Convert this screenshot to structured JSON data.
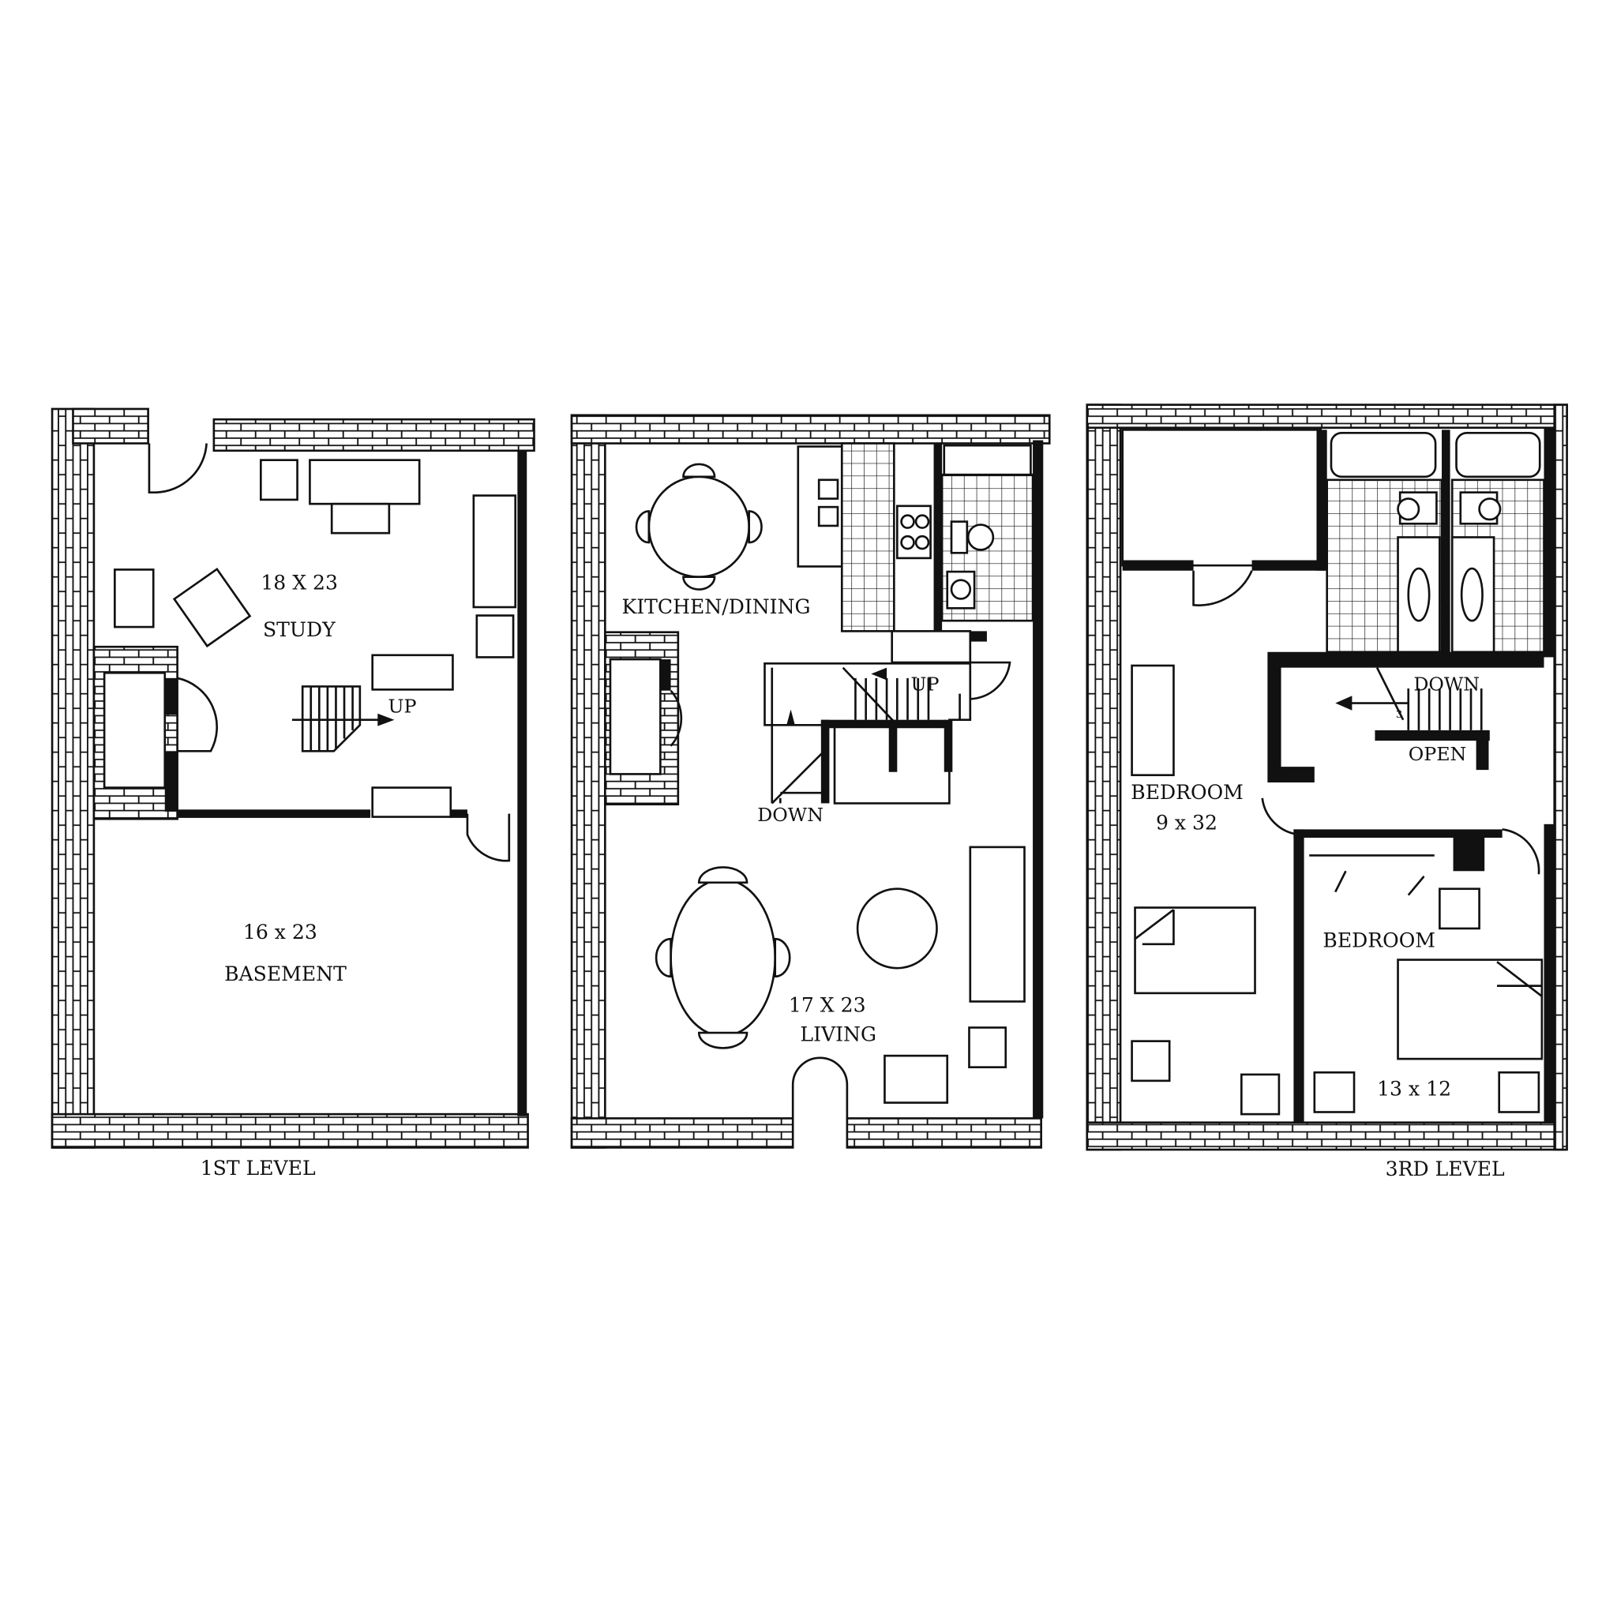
{
  "levels": [
    {
      "caption": "1ST LEVEL",
      "rooms": [
        {
          "name": "STUDY",
          "size": "18 X 23"
        },
        {
          "name": "BASEMENT",
          "size": "16 x 23"
        }
      ],
      "stair_label": "UP"
    },
    {
      "caption": "",
      "rooms": [
        {
          "name": "KITCHEN/DINING",
          "size": ""
        },
        {
          "name": "LIVING",
          "size": "17 X 23"
        }
      ],
      "stair_up": "UP",
      "stair_down": "DOWN"
    },
    {
      "caption": "3RD LEVEL",
      "rooms": [
        {
          "name": "BEDROOM",
          "size": "9 x 32"
        },
        {
          "name": "BEDROOM",
          "size": "13 x 12"
        }
      ],
      "stair_down": "DOWN",
      "open_label": "OPEN",
      "step_number": "3"
    }
  ],
  "colors": {
    "ink": "#111111",
    "paper": "#ffffff"
  }
}
